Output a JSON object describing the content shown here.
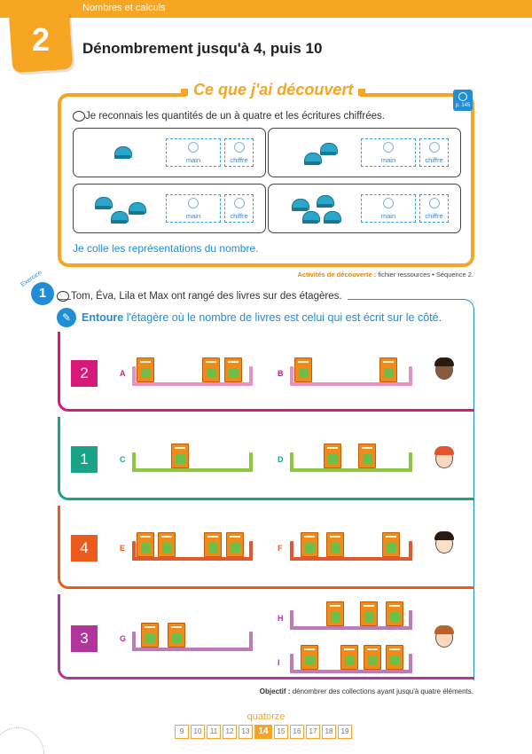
{
  "header": {
    "lesson_number": "2",
    "section": "Nombres et calculs",
    "title": "Dénombrement jusqu'à 4, puis 10"
  },
  "discovery": {
    "title": "Ce que j'ai découvert",
    "page_ref": "p. 145",
    "intro": "Je reconnais les quantités de un à quatre et les écritures chiffrées.",
    "cells": [
      {
        "domes": 1,
        "labels": [
          "main",
          "chiffre"
        ]
      },
      {
        "domes": 2,
        "labels": [
          "main",
          "chiffre"
        ]
      },
      {
        "domes": 3,
        "labels": [
          "main",
          "chiffre"
        ]
      },
      {
        "domes": 4,
        "labels": [
          "main",
          "chiffre"
        ]
      }
    ],
    "collage": "Je colle les représentations du nombre.",
    "activites_label": "Activités de découverte :",
    "activites_text": "fichier ressources • Séquence 2."
  },
  "exercise": {
    "label": "Exercice",
    "number": "1",
    "intro": "Tom, Éva, Lila et Max ont rangé des livres sur des étagères.",
    "instruction_verb": "Entoure",
    "instruction_rest": "l'étagère où le nombre de livres est celui qui est écrit sur le côté.",
    "rows": [
      {
        "number": "2",
        "color": "#d6197a",
        "shelves": [
          {
            "letter": "A",
            "books": 3
          },
          {
            "letter": "B",
            "books": 2
          }
        ]
      },
      {
        "number": "1",
        "color": "#1aa389",
        "shelves": [
          {
            "letter": "C",
            "books": 1
          },
          {
            "letter": "D",
            "books": 2
          }
        ]
      },
      {
        "number": "4",
        "color": "#ec5a1c",
        "shelves": [
          {
            "letter": "E",
            "books": 4
          },
          {
            "letter": "F",
            "books": 3
          }
        ]
      },
      {
        "number": "3",
        "color": "#b2359c",
        "shelves": [
          {
            "letter": "G",
            "books": 2
          },
          {
            "letter": "H",
            "books": 3
          },
          {
            "letter": "I",
            "books": 4
          }
        ]
      }
    ]
  },
  "footer": {
    "objectif_label": "Objectif :",
    "objectif_text": "dénombrer des collections ayant jusqu'à quatre éléments.",
    "page_word": "quatorze",
    "pages": [
      "9",
      "10",
      "11",
      "12",
      "13",
      "14",
      "15",
      "16",
      "17",
      "18",
      "19"
    ],
    "current_page": "14"
  },
  "colors": {
    "accent": "#f6a623",
    "blue": "#1f8ed6",
    "book": "#f08a1b"
  }
}
